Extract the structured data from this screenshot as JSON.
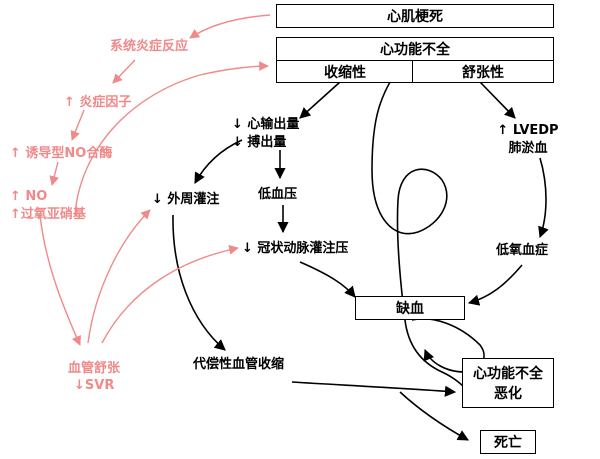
{
  "colors": {
    "black": "#000000",
    "pink": "#f08a8a"
  },
  "nodes": {
    "mi": "心肌梗死",
    "dysfunction": "心功能不全",
    "systolic": "收缩性",
    "diastolic": "舒张性",
    "co_down": "↓ 心输出量",
    "sv_down": "↓ 搏出量",
    "peripheral_perf": "↓ 外周灌注",
    "hypotension": "低血压",
    "coronary_perf": "↓ 冠状动脉灌注压",
    "lvedp_up": "↑ LVEDP",
    "pulm_congestion": "肺淤血",
    "hypoxemia": "低氧血症",
    "ischemia": "缺血",
    "worsening_1": "心功能不全",
    "worsening_2": "恶化",
    "death": "死亡",
    "compensatory": "代偿性血管收缩",
    "sirs": "系统炎症反应",
    "inflam_factors": "↑ 炎症因子",
    "inos": "↑ 诱导型NO合酶",
    "no_up": "↑ NO",
    "peroxynitrite": "↑过氧亚硝基",
    "vasodilation": "血管舒张",
    "svr_down": "↓SVR"
  }
}
